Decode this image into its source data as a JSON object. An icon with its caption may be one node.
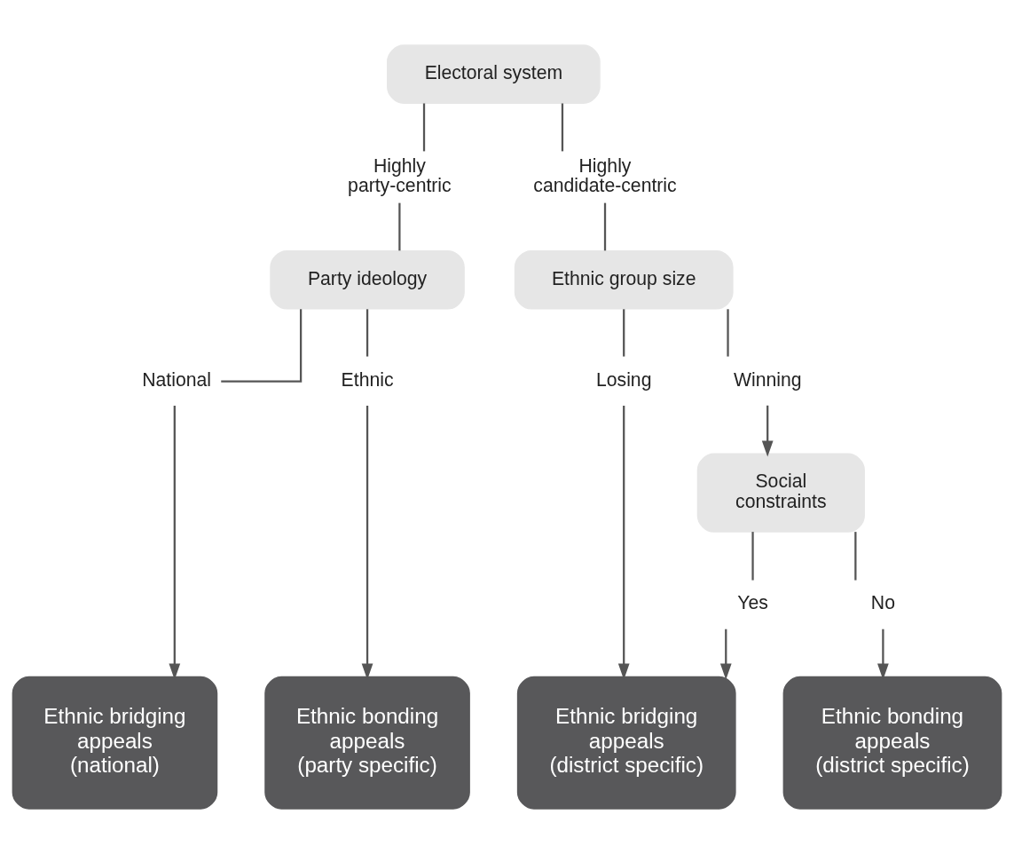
{
  "diagram": {
    "nodes": [
      {
        "text": [
          "Electoral system"
        ]
      },
      {
        "text": [
          "Highly party-centric"
        ]
      },
      {
        "text": [
          "Highly candidate-centric"
        ]
      },
      {
        "text": [
          "Party ideology"
        ]
      },
      {
        "text": [
          "Ethnic group size"
        ]
      },
      {
        "text": [
          "National"
        ]
      },
      {
        "text": [
          "Ethnic"
        ]
      },
      {
        "text": [
          "Losing"
        ]
      },
      {
        "text": [
          "Winning"
        ]
      },
      {
        "text": [
          "Social constraints"
        ]
      },
      {
        "text": [
          "Yes"
        ]
      },
      {
        "text": [
          "No"
        ]
      },
      {
        "text": [
          "Ethnic bridging appeals (national)"
        ]
      },
      {
        "text": [
          "Ethnic bonding appeals (party specific)"
        ]
      },
      {
        "text": [
          "Ethnic bridging appeals (district specific)"
        ]
      },
      {
        "text": [
          "Ethnic bonding appeals (district specific)"
        ]
      }
    ],
    "edges": [
      {
        "from": 0,
        "to": 1,
        "arrow": "none"
      },
      {
        "from": 0,
        "to": 2,
        "arrow": "none"
      },
      {
        "from": 1,
        "to": 3,
        "arrow": "none"
      },
      {
        "from": 2,
        "to": 4,
        "arrow": "none"
      },
      {
        "from": 3,
        "to": 5,
        "arrow": "none"
      },
      {
        "from": 3,
        "to": 6,
        "arrow": "none"
      },
      {
        "from": 4,
        "to": 7,
        "arrow": "none"
      },
      {
        "from": 4,
        "to": 8,
        "arrow": "none"
      },
      {
        "from": 5,
        "to": 12,
        "arrow": "to"
      },
      {
        "from": 6,
        "to": 13,
        "arrow": "to"
      },
      {
        "from": 7,
        "to": 14,
        "arrow": "to"
      },
      {
        "from": 8,
        "to": 9,
        "arrow": "to"
      },
      {
        "from": 9,
        "to": 10,
        "arrow": "none"
      },
      {
        "from": 9,
        "to": 11,
        "arrow": "none"
      },
      {
        "from": 10,
        "to": 14,
        "arrow": "to"
      },
      {
        "from": 11,
        "to": 15,
        "arrow": "to"
      }
    ]
  }
}
